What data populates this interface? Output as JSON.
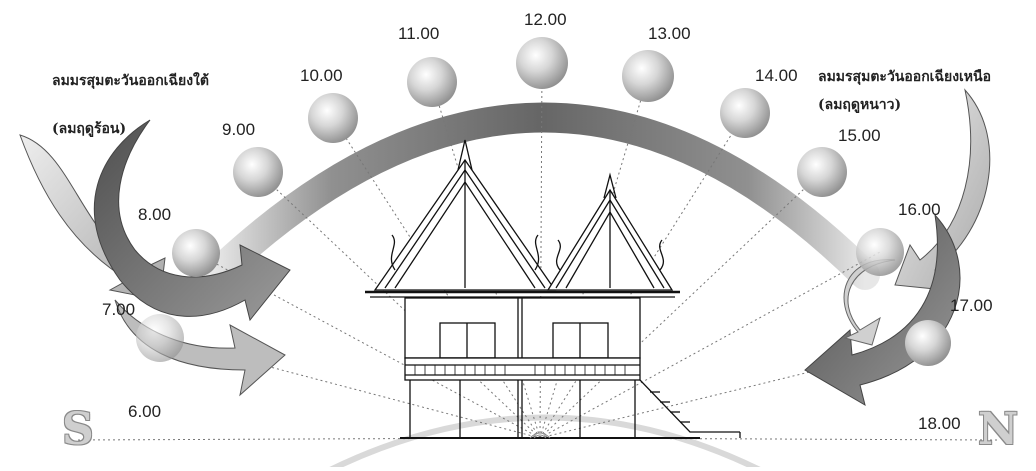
{
  "diagram": {
    "times": [
      "6.00",
      "7.00",
      "8.00",
      "9.00",
      "10.00",
      "11.00",
      "12.00",
      "13.00",
      "14.00",
      "15.00",
      "16.00",
      "17.00",
      "18.00"
    ],
    "compass": {
      "south": "S",
      "north": "N"
    },
    "wind_left": {
      "line1": "ลมมรสุมตะวันออกเฉียงใต้",
      "line2": "(ลมฤดูร้อน)"
    },
    "wind_right": {
      "line1": "ลมมรสุมตะวันออกเฉียงเหนือ",
      "line2": "(ลมฤดูหนาว)"
    },
    "colors": {
      "arc": "#6e6e6e",
      "sun": "#cfcfcf",
      "wind_dark": "#6b6b6b",
      "wind_light": "#c4c4c4"
    }
  }
}
